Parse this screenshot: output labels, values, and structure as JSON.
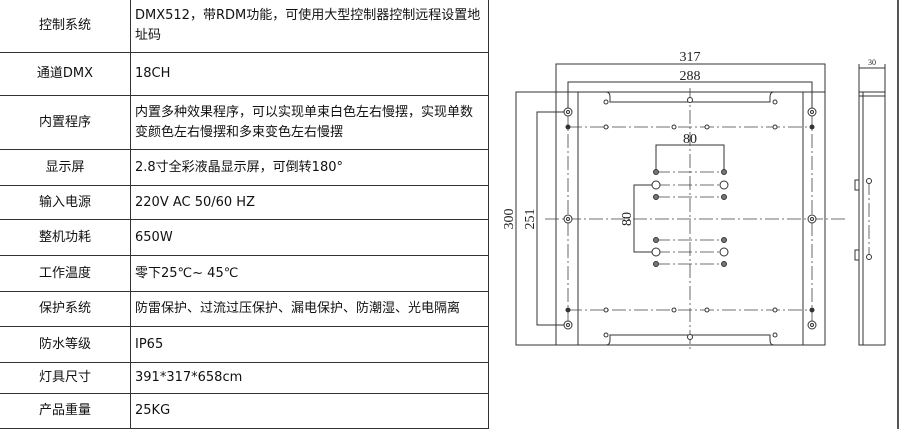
{
  "spec_table": [
    {
      "label": "控制系统",
      "value": "DMX512，带RDM功能，可使用大型控制器控制远程设置地址码"
    },
    {
      "label": "通道DMX",
      "value": "18CH"
    },
    {
      "label": "内置程序",
      "value": "内置多种效果程序，可以实现单束白色左右慢摆，实现单数变颜色左右慢摆和多束变色左右慢摆"
    },
    {
      "label": "显示屏",
      "value": "2.8寸全彩液晶显示屏，可倒转180°"
    },
    {
      "label": "输入电源",
      "value": "220V AC 50/60 HZ"
    },
    {
      "label": "整机功耗",
      "value": "650W"
    },
    {
      "label": "工作温度",
      "value": "零下25℃~ 45℃"
    },
    {
      "label": "保护系统",
      "value": "防雷保护、过流过压保护、漏电保护、防潮湿、光电隔离"
    },
    {
      "label": "防水等级",
      "value": "IP65"
    },
    {
      "label": "灯具尺寸",
      "value": "391*317*658cm"
    },
    {
      "label": "产品重量",
      "value": "25KG"
    }
  ],
  "drawing": {
    "width_outer": "317",
    "width_holes": "288",
    "height_outer": "300",
    "height_holes": "251",
    "center_spacing_h": "80",
    "center_spacing_v": "80",
    "depth": "30"
  }
}
